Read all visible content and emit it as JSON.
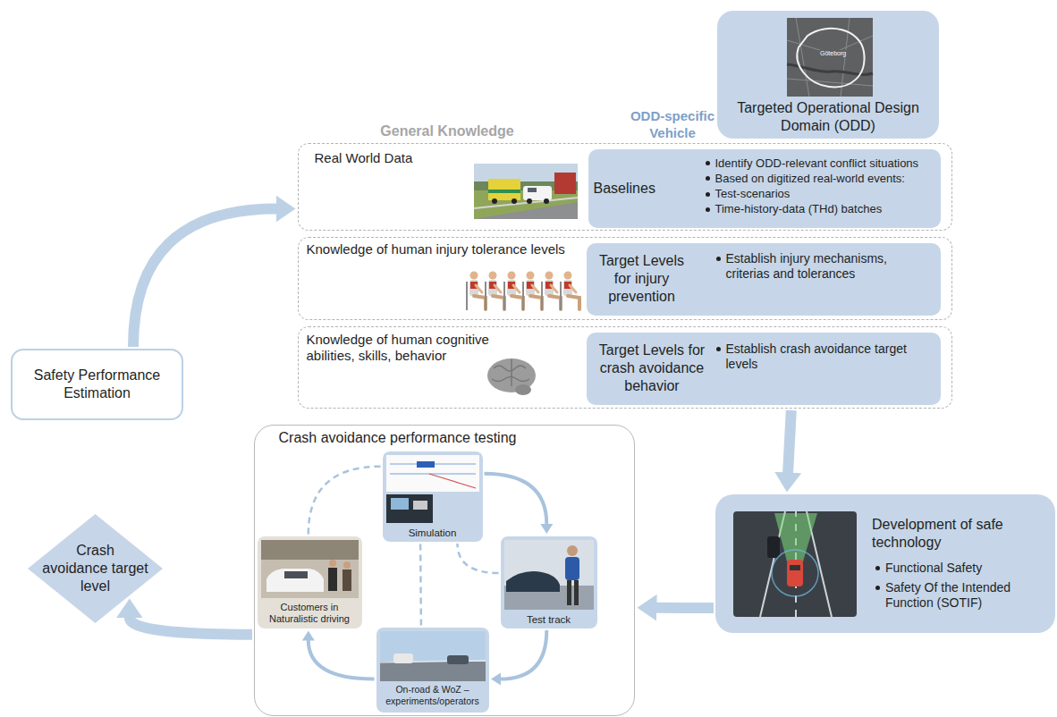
{
  "diagram": {
    "nodes": [
      {
        "text": [
          "Targeted Operational Design Domain (ODD)"
        ]
      },
      {
        "text": [
          "Real World Data"
        ]
      },
      {
        "text": [
          "Baselines",
          "Identify ODD-relevant conflict situations",
          "Based on digitized real-world events:",
          "Test-scenarios",
          "Time-history-data (THd) batches"
        ],
        "in": 1
      },
      {
        "text": [
          "Knowledge of human injury tolerance levels"
        ]
      },
      {
        "text": [
          "Target Levels for injury prevention",
          "Establish injury mechanisms, criterias and tolerances"
        ],
        "in": 3
      },
      {
        "text": [
          "Knowledge of human cognitive abilities, skills, behavior"
        ]
      },
      {
        "text": [
          "Target Levels for crash avoidance behavior",
          "Establish crash avoidance target levels"
        ],
        "in": 5
      },
      {
        "text": [
          "Development of safe technology",
          "Functional Safety",
          "Safety Of the Intended Function (SOTIF)"
        ]
      },
      {
        "text": [
          "Crash avoidance performance testing"
        ]
      },
      {
        "text": [
          "Simulation"
        ],
        "in": 8
      },
      {
        "text": [
          "Test track"
        ],
        "in": 8
      },
      {
        "text": [
          "On-road & WoZ – experiments/operators"
        ],
        "in": 8
      },
      {
        "text": [
          "Customers in Naturalistic driving"
        ],
        "in": 8
      },
      {
        "text": [
          "Crash avoidance target level"
        ]
      },
      {
        "text": [
          "Safety Performance Estimation"
        ]
      }
    ],
    "edges": [
      {
        "from": 5,
        "to": 7,
        "arrow": "to"
      },
      {
        "from": 7,
        "to": 8,
        "arrow": "to"
      },
      {
        "from": 9,
        "to": 10,
        "arrow": "to"
      },
      {
        "from": 10,
        "to": 11,
        "arrow": "to"
      },
      {
        "from": 11,
        "to": 12,
        "arrow": "to"
      },
      {
        "from": 12,
        "to": 9,
        "arrow": "none"
      },
      {
        "from": 10,
        "to": 9,
        "arrow": "none"
      },
      {
        "from": 11,
        "to": 9,
        "arrow": "none"
      },
      {
        "from": 8,
        "to": 13,
        "arrow": "to"
      },
      {
        "from": 14,
        "to": 1,
        "arrow": "to"
      }
    ],
    "labels": [
      "General Knowledge",
      "ODD-specific Vehicle",
      "Göteborg"
    ]
  }
}
